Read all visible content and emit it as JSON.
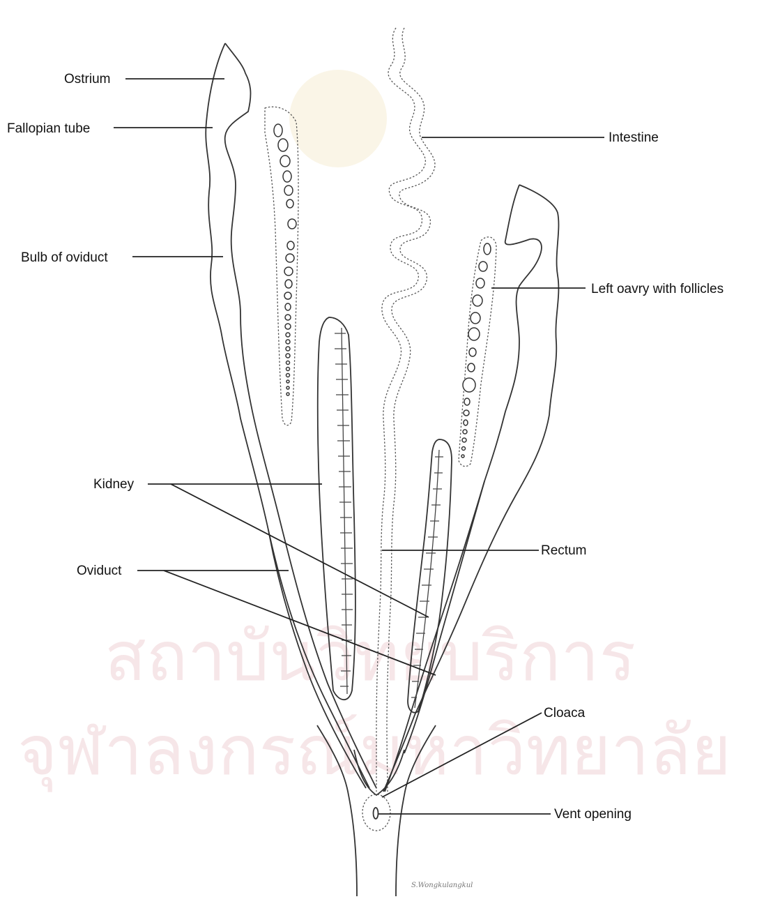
{
  "labels": {
    "ostrium": "Ostrium",
    "fallopian_tube": "Fallopian tube",
    "bulb_of_oviduct": "Bulb of oviduct",
    "intestine": "Intestine",
    "left_ovary": "Left oavry with follicles",
    "kidney": "Kidney",
    "oviduct": "Oviduct",
    "rectum": "Rectum",
    "cloaca": "Cloaca",
    "vent_opening": "Vent opening"
  },
  "watermark": {
    "line1": "สถาบันวิทยบริการ",
    "line2": "จุฬาลงกรณ์มหาวิทยาลัย"
  },
  "signature": "S.Wongkulangkul",
  "colors": {
    "ink": "#333333",
    "watermark": "#e8b9bf"
  }
}
